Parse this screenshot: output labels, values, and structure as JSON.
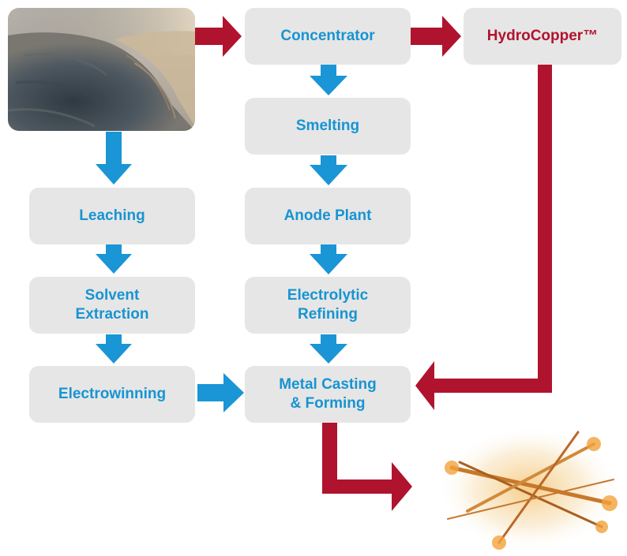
{
  "colors": {
    "box_fill": "#e6e6e6",
    "blue_text": "#1794d2",
    "blue_arrow": "#1a95d5",
    "red_text": "#b0132e",
    "red_arrow": "#b0132e"
  },
  "nodes": {
    "concentrator": "Concentrator",
    "hydrocopper": "HydroCopper™",
    "smelting": "Smelting",
    "anode_plant": "Anode Plant",
    "electrolytic_refining": [
      "Electrolytic",
      "Refining"
    ],
    "metal_casting": [
      "Metal Casting",
      "& Forming"
    ],
    "leaching": "Leaching",
    "solvent_extraction": [
      "Solvent",
      "Extraction"
    ],
    "electrowinning": "Electrowinning"
  },
  "images": {
    "mine": "open-pit-mine-photo",
    "products": "copper-wire-rods-photo"
  }
}
